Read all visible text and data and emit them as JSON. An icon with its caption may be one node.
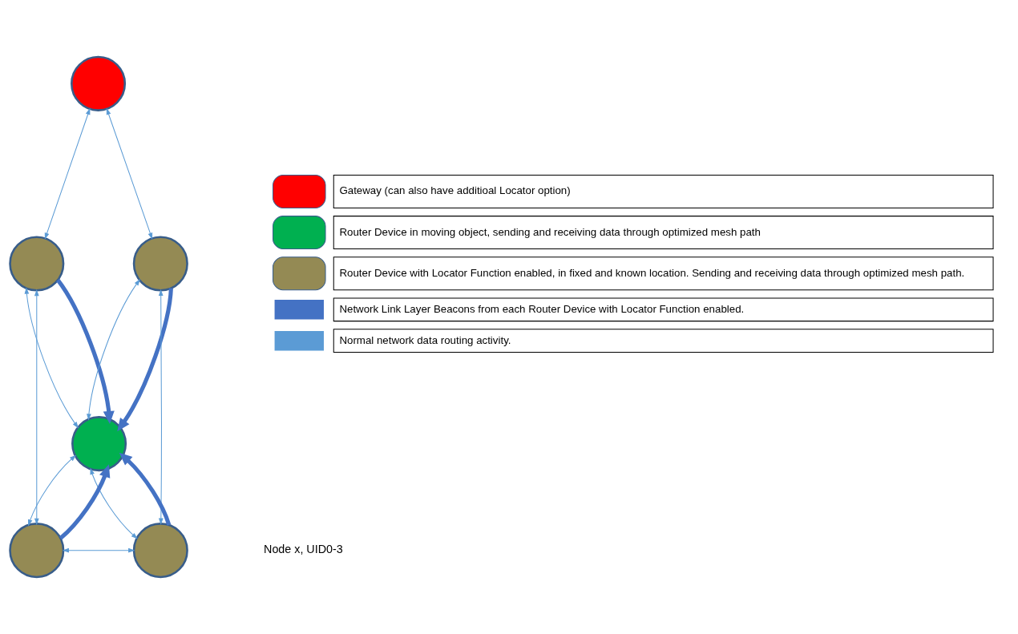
{
  "diagram": {
    "nodes": [
      {
        "text": [],
        "shape": "circle"
      },
      {
        "text": [],
        "shape": "circle"
      },
      {
        "text": [],
        "shape": "circle"
      },
      {
        "text": [],
        "shape": "circle"
      },
      {
        "text": [],
        "shape": "circle"
      },
      {
        "text": [],
        "shape": "circle"
      }
    ],
    "edges": [
      {
        "from": 0,
        "to": 1,
        "arrow": "both"
      },
      {
        "from": 0,
        "to": 2,
        "arrow": "both"
      },
      {
        "from": 1,
        "to": 3,
        "arrow": "both"
      },
      {
        "from": 1,
        "to": 3,
        "arrow": "to",
        "style": "thick",
        "color": "#4472c4"
      },
      {
        "from": 2,
        "to": 3,
        "arrow": "both"
      },
      {
        "from": 2,
        "to": 3,
        "arrow": "to",
        "style": "thick",
        "color": "#4472c4"
      },
      {
        "from": 1,
        "to": 4,
        "arrow": "both"
      },
      {
        "from": 2,
        "to": 5,
        "arrow": "both"
      },
      {
        "from": 4,
        "to": 3,
        "arrow": "both"
      },
      {
        "from": 4,
        "to": 3,
        "arrow": "to",
        "style": "thick",
        "color": "#4472c4"
      },
      {
        "from": 5,
        "to": 3,
        "arrow": "to",
        "style": "thick",
        "color": "#4472c4"
      },
      {
        "from": 3,
        "to": 5,
        "arrow": "both"
      },
      {
        "from": 4,
        "to": 5,
        "arrow": "both"
      }
    ],
    "labels": [
      "Node x, UID0-3"
    ],
    "legend": [
      {
        "text": "Gateway (can also have additioal Locator option)",
        "color": "#ff0000"
      },
      {
        "text": "Router Device in moving object, sending and receiving data through optimized mesh path",
        "color": "#00b050"
      },
      {
        "text": "Router Device with Locator Function enabled, in fixed and known location. Sending and receiving data through optimized mesh path.",
        "color": "#948a54"
      },
      {
        "text": "Network Link Layer Beacons from each Router Device with Locator Function enabled."
      },
      {
        "text": "Normal network data routing activity."
      }
    ]
  }
}
